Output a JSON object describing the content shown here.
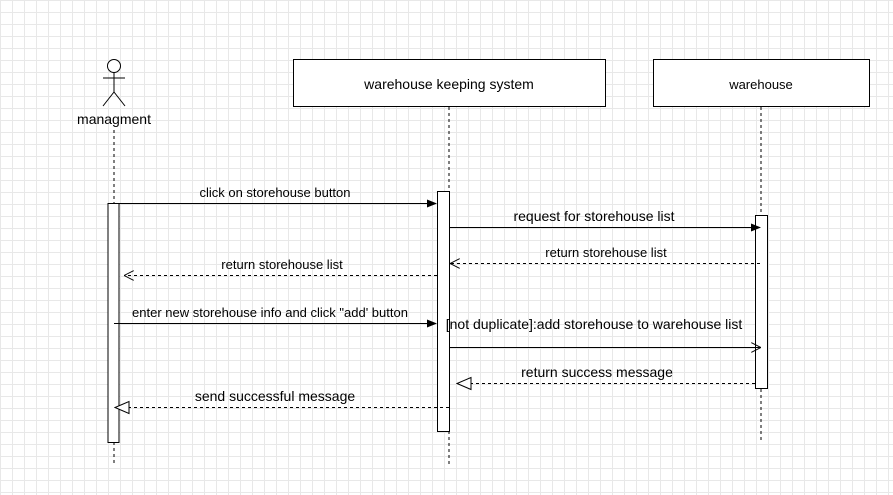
{
  "participants": {
    "actor": "managment",
    "system": "warehouse keeping system",
    "warehouse": "warehouse"
  },
  "messages": {
    "m1": "click on storehouse button",
    "m2": "request for storehouse list",
    "m3": "return storehouse list",
    "m4": "return storehouse list",
    "m5": "enter new storehouse info and click \"add' button",
    "m6": "[not duplicate]:add storehouse to warehouse list",
    "m7": "return success message",
    "m8": "send successful message"
  }
}
